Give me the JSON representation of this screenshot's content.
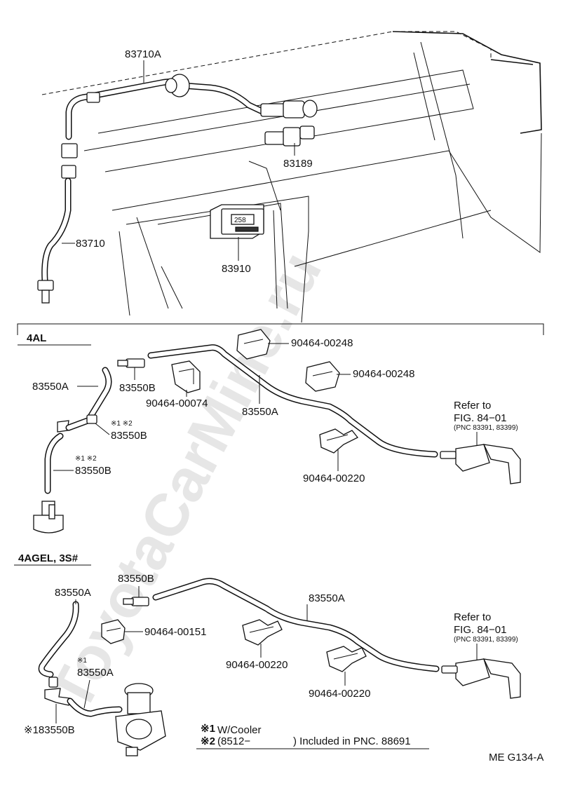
{
  "watermark": "ToyotaCarMine.ru",
  "top_section": {
    "labels": {
      "cable_assy": "83710A",
      "cable": "83710",
      "sender": "83189",
      "clock": "83910"
    }
  },
  "section_4al": {
    "title": "4AL",
    "labels": {
      "hose_a_left": "83550A",
      "joint_b_top": "83550B",
      "clamp_00074": "90464-00074",
      "hose_a_mid": "83550A",
      "clamp_00248_1": "90464-00248",
      "clamp_00248_2": "90464-00248",
      "clamp_00220": "90464-00220",
      "note_12_a": "※1 ※2",
      "joint_b_mid": "83550B",
      "note_12_b": "※1 ※2",
      "hose_b_low": "83550B",
      "refer_line1": "Refer to",
      "refer_line2": "FIG. 84−01",
      "refer_line3": "(PNC 83391, 83399)"
    }
  },
  "section_4agel": {
    "title": "4AGEL, 3S#",
    "labels": {
      "joint_b_top": "83550B",
      "hose_a_left": "83550A",
      "hose_a_right": "83550A",
      "clamp_00151": "90464-00151",
      "note_1": "※1",
      "hose_a_low": "83550A",
      "clamp_00220_a": "90464-00220",
      "clamp_00220_b": "90464-00220",
      "joint_b_low": "※183550B",
      "refer_line1": "Refer to",
      "refer_line2": "FIG. 84−01",
      "refer_line3": "(PNC 83391, 83399)"
    }
  },
  "notes": {
    "note1_mark": "※1",
    "note1_text": "W/Cooler",
    "note2_mark": "※2",
    "note2_text": "(8512−",
    "note2_tail": ") Included in PNC. 88691"
  },
  "figure_code": "ME G134-A"
}
